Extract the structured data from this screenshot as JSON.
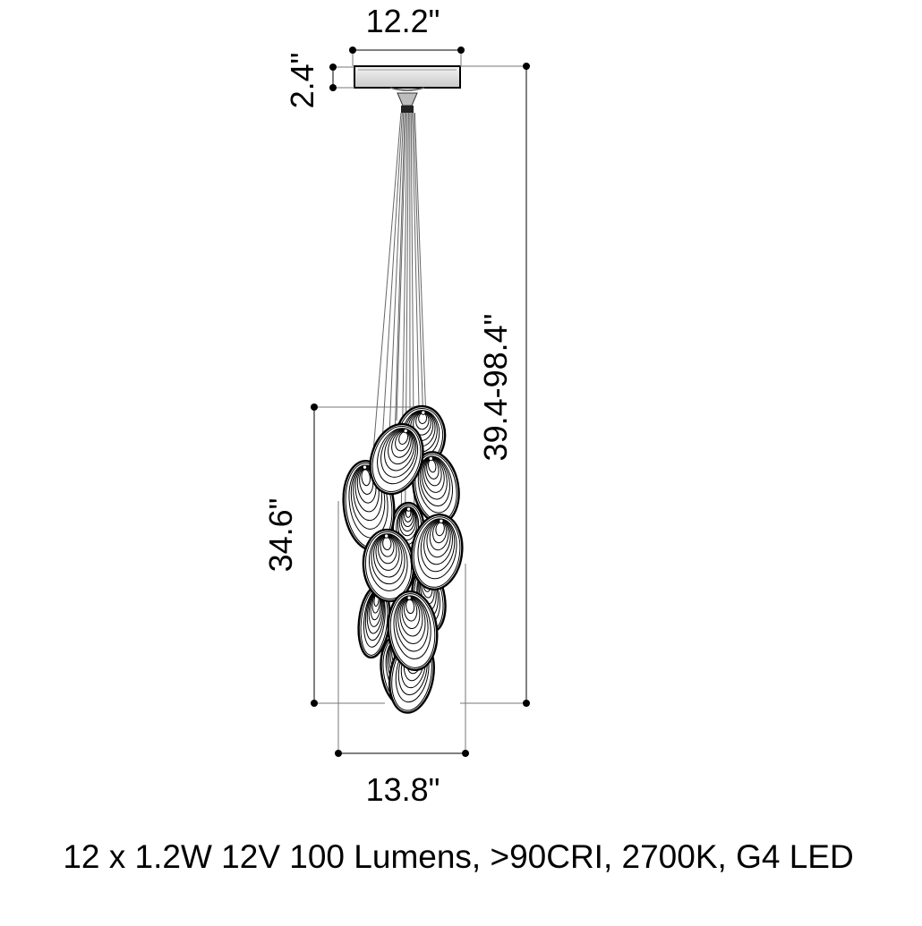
{
  "dimensions": {
    "canopy_width": "12.2\"",
    "canopy_height": "2.4\"",
    "overall_height": "39.4-98.4\"",
    "cluster_height": "34.6\"",
    "cluster_width": "13.8\""
  },
  "specification": "12 x 1.2W 12V 100 Lumens, >90CRI, 2700K, G4 LED",
  "colors": {
    "line": "#000000",
    "background": "#ffffff",
    "canopy_gradient": [
      "#f4f4f4",
      "#cfcfcf"
    ],
    "shell_fill": "#ffffff"
  },
  "shade_count": 12
}
